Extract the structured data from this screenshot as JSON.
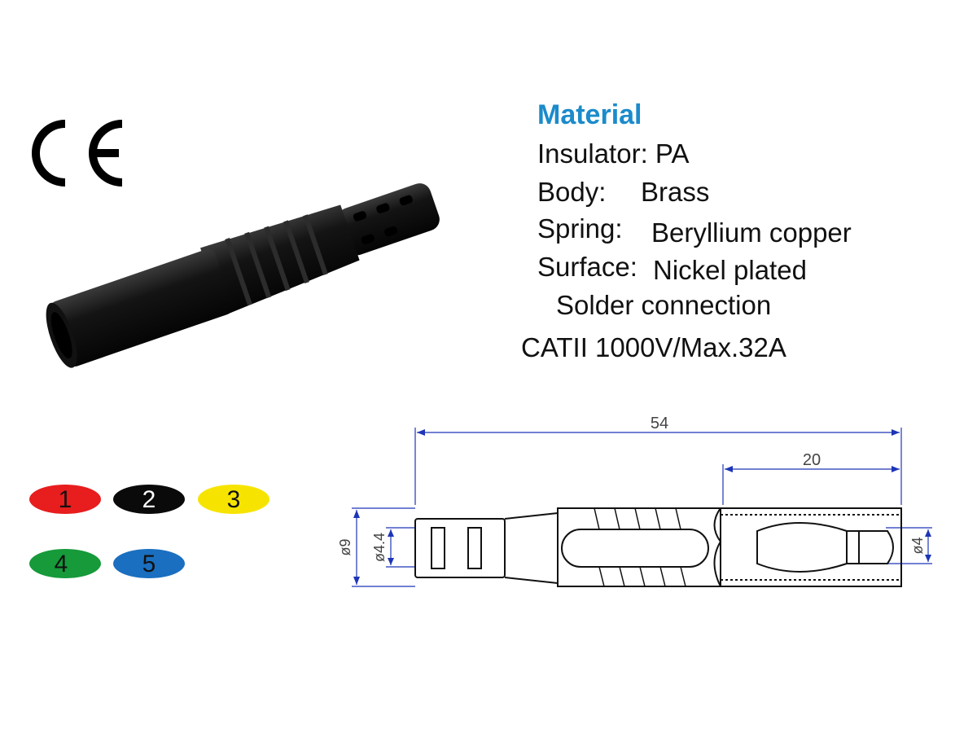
{
  "ce_mark": {
    "text": "CE"
  },
  "spec": {
    "title": "Material",
    "insulator": "Insulator: PA",
    "body_label": "Body:",
    "body_value": "Brass",
    "spring_label": "Spring:",
    "spring_value": "Beryllium copper",
    "surface_label": "Surface:",
    "surface_value": "Nickel plated",
    "connection": "Solder connection",
    "rating": "CATII 1000V/Max.32A",
    "title_color": "#1b8bcb"
  },
  "color_options": [
    {
      "number": "1",
      "color": "#e81d1d",
      "text_color": "#111111"
    },
    {
      "number": "2",
      "color": "#0a0a0a",
      "text_color": "#ffffff"
    },
    {
      "number": "3",
      "color": "#f6e400",
      "text_color": "#111111"
    },
    {
      "number": "4",
      "color": "#169a3a",
      "text_color": "#111111"
    },
    {
      "number": "5",
      "color": "#1a6fc0",
      "text_color": "#111111"
    }
  ],
  "drawing": {
    "length_total": "54",
    "length_socket": "20",
    "outer_diameter": "ø9",
    "cable_diameter": "ø4.4",
    "pin_diameter": "ø4",
    "dimension_color": "#1d35b7"
  }
}
